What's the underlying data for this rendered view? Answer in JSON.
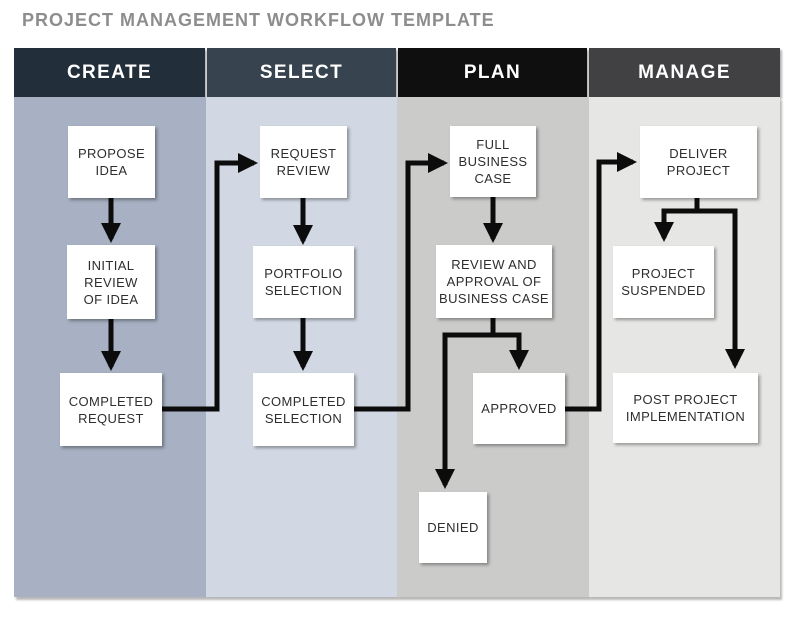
{
  "title": "PROJECT MANAGEMENT WORKFLOW TEMPLATE",
  "colors": {
    "page-bg": "#ffffff",
    "title-text": "#8d8d8d",
    "header-text": "#ffffff",
    "connector": "#0c0c0c",
    "node-bg": "#ffffff",
    "node-text": "#2e2e2e"
  },
  "columns": [
    {
      "id": "create",
      "label": "CREATE",
      "header_color": "#232e3b",
      "body_color": "#a7b1c3"
    },
    {
      "id": "select",
      "label": "SELECT",
      "header_color": "#37434f",
      "body_color": "#d1d8e3"
    },
    {
      "id": "plan",
      "label": "PLAN",
      "header_color": "#0f0f0f",
      "body_color": "#cbcbca"
    },
    {
      "id": "manage",
      "label": "MANAGE",
      "header_color": "#414143",
      "body_color": "#e6e6e4"
    }
  ],
  "nodes": [
    {
      "id": "propose-idea",
      "column": "create",
      "label": "PROPOSE\nIDEA"
    },
    {
      "id": "initial-review-of-idea",
      "column": "create",
      "label": "INITIAL\nREVIEW\nOF IDEA"
    },
    {
      "id": "completed-request",
      "column": "create",
      "label": "COMPLETED\nREQUEST"
    },
    {
      "id": "request-review",
      "column": "select",
      "label": "REQUEST\nREVIEW"
    },
    {
      "id": "portfolio-selection",
      "column": "select",
      "label": "PORTFOLIO\nSELECTION"
    },
    {
      "id": "completed-selection",
      "column": "select",
      "label": "COMPLETED\nSELECTION"
    },
    {
      "id": "full-business-case",
      "column": "plan",
      "label": "FULL\nBUSINESS\nCASE"
    },
    {
      "id": "review-and-approval-of-business-case",
      "column": "plan",
      "label": "REVIEW AND\nAPPROVAL OF\nBUSINESS CASE"
    },
    {
      "id": "approved",
      "column": "plan",
      "label": "APPROVED"
    },
    {
      "id": "denied",
      "column": "plan",
      "label": "DENIED"
    },
    {
      "id": "deliver-project",
      "column": "manage",
      "label": "DELIVER\nPROJECT"
    },
    {
      "id": "project-suspended",
      "column": "manage",
      "label": "PROJECT\nSUSPENDED"
    },
    {
      "id": "post-project-implementation",
      "column": "manage",
      "label": "POST PROJECT\nIMPLEMENTATION"
    }
  ],
  "edges": [
    {
      "from": "propose-idea",
      "to": "initial-review-of-idea"
    },
    {
      "from": "initial-review-of-idea",
      "to": "completed-request"
    },
    {
      "from": "completed-request",
      "to": "request-review"
    },
    {
      "from": "request-review",
      "to": "portfolio-selection"
    },
    {
      "from": "portfolio-selection",
      "to": "completed-selection"
    },
    {
      "from": "completed-selection",
      "to": "full-business-case"
    },
    {
      "from": "full-business-case",
      "to": "review-and-approval-of-business-case"
    },
    {
      "from": "review-and-approval-of-business-case",
      "to": "denied"
    },
    {
      "from": "review-and-approval-of-business-case",
      "to": "approved"
    },
    {
      "from": "approved",
      "to": "deliver-project"
    },
    {
      "from": "deliver-project",
      "to": "project-suspended"
    },
    {
      "from": "deliver-project",
      "to": "post-project-implementation"
    }
  ]
}
